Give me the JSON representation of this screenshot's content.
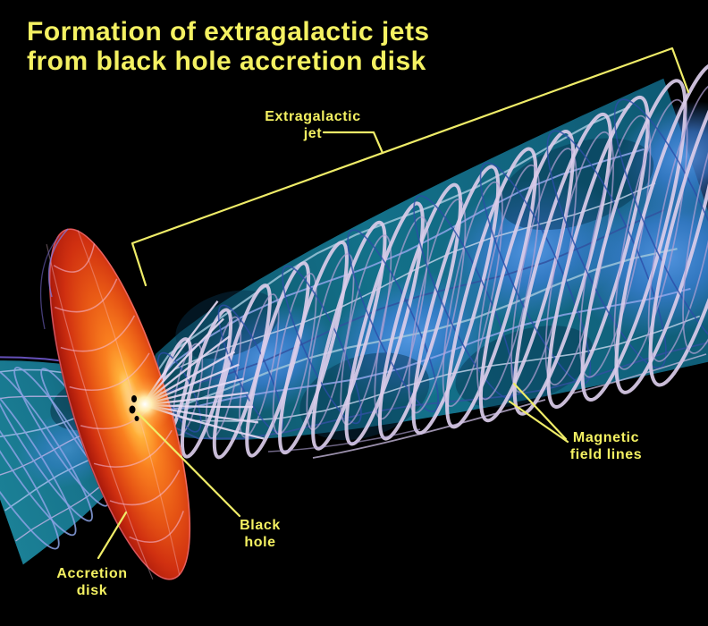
{
  "figure": {
    "title": {
      "line1": "Formation of extragalactic jets",
      "line2": "from black hole accretion disk"
    },
    "labels": {
      "extragalactic_jet": {
        "line1": "Extragalactic",
        "line2": "jet"
      },
      "magnetic_field_lines": {
        "line1": "Magnetic",
        "line2": "field lines"
      },
      "black_hole": {
        "line1": "Black",
        "line2": "hole"
      },
      "accretion_disk": {
        "line1": "Accretion",
        "line2": "disk"
      }
    },
    "colors": {
      "background": "#000000",
      "text_yellow": "#f4f162",
      "annotation_line": "#efec68",
      "jet_teal": "#13718a",
      "jet_blue_knot": "#3f82dd",
      "field_line_lavender": "#dacce9",
      "field_line_periwinkle": "#8ea6ea",
      "field_line_darkblue": "#2c4ea8",
      "counter_jet_teal": "#17748c",
      "disk_red": "#c22110",
      "disk_orange": "#f4711c",
      "disk_core_glow": "#fff2b8"
    }
  }
}
